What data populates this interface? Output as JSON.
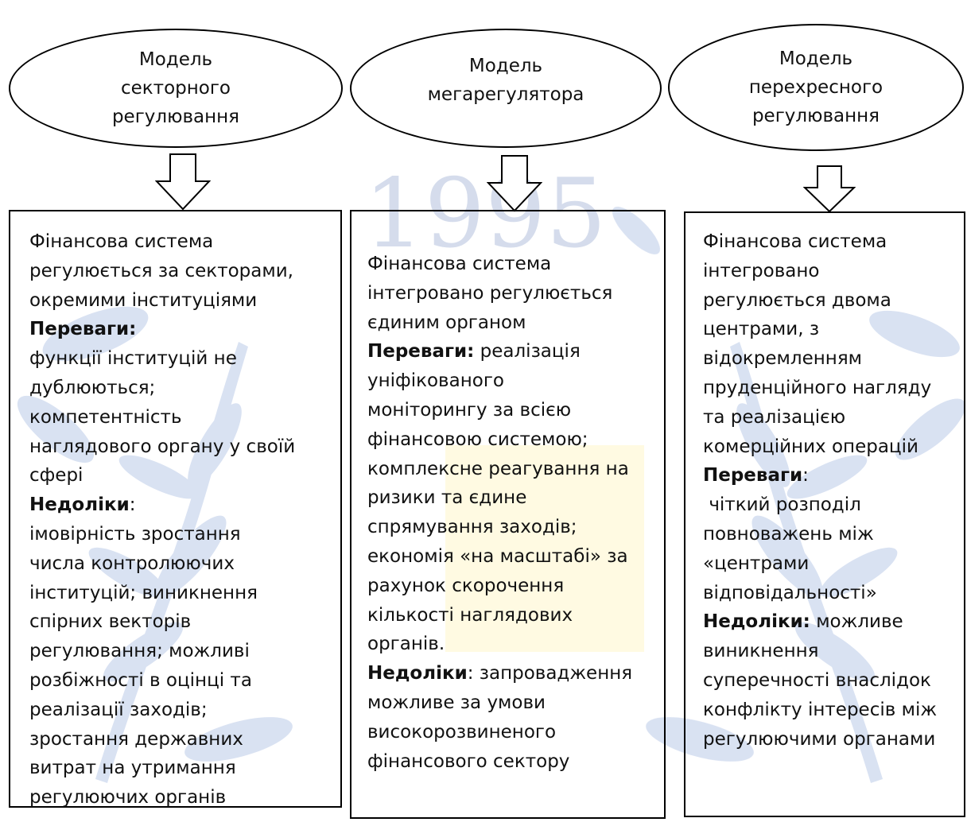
{
  "watermark": {
    "year": "1995",
    "leaf_color": "#c9d5ec",
    "year_color": "#c7d1e6",
    "accent_color": "#fff6c4"
  },
  "models": [
    {
      "id": "sectoral",
      "title_lines": [
        "Модель",
        "секторного",
        "регулювання"
      ],
      "body_lines": [
        [
          {
            "t": "Фінансова система"
          }
        ],
        [
          {
            "t": "регулюється за секторами,"
          }
        ],
        [
          {
            "t": "окремими інституціями"
          }
        ],
        [
          {
            "t": "Переваги:",
            "b": true
          }
        ],
        [
          {
            "t": "функції інституцій не"
          }
        ],
        [
          {
            "t": "дублюються;"
          }
        ],
        [
          {
            "t": "компетентність"
          }
        ],
        [
          {
            "t": "наглядового органу у своїй"
          }
        ],
        [
          {
            "t": "сфері"
          }
        ],
        [
          {
            "t": "Недоліки",
            "b": true
          },
          {
            "t": ":"
          }
        ],
        [
          {
            "t": "імовірність зростання"
          }
        ],
        [
          {
            "t": "числа контролюючих"
          }
        ],
        [
          {
            "t": "інституцій; виникнення"
          }
        ],
        [
          {
            "t": "спірних векторів"
          }
        ],
        [
          {
            "t": "регулювання; можливі"
          }
        ],
        [
          {
            "t": "розбіжності в оцінці та"
          }
        ],
        [
          {
            "t": "реалізації заходів;"
          }
        ],
        [
          {
            "t": "зростання державних"
          }
        ],
        [
          {
            "t": "витрат на утримання"
          }
        ],
        [
          {
            "t": "регулюючих органів"
          }
        ]
      ]
    },
    {
      "id": "megaregulator",
      "title_lines": [
        "Модель",
        "мегарегулятора"
      ],
      "body_lines": [
        [
          {
            "t": "Фінансова система"
          }
        ],
        [
          {
            "t": "інтегровано регулюється"
          }
        ],
        [
          {
            "t": "єдиним органом"
          }
        ],
        [
          {
            "t": "Переваги:",
            "b": true
          },
          {
            "t": " реалізація"
          }
        ],
        [
          {
            "t": "уніфікованого"
          }
        ],
        [
          {
            "t": "моніторингу за всією"
          }
        ],
        [
          {
            "t": "фінансовою системою;"
          }
        ],
        [
          {
            "t": "комплексне реагування на"
          }
        ],
        [
          {
            "t": "ризики та єдине"
          }
        ],
        [
          {
            "t": "спрямування заходів;"
          }
        ],
        [
          {
            "t": "економія «на масштабі» за"
          }
        ],
        [
          {
            "t": "рахунок скорочення"
          }
        ],
        [
          {
            "t": "кількості наглядових"
          }
        ],
        [
          {
            "t": "органів."
          }
        ],
        [
          {
            "t": "Недоліки",
            "b": true
          },
          {
            "t": ": запровадження"
          }
        ],
        [
          {
            "t": "можливе за умови"
          }
        ],
        [
          {
            "t": "високорозвиненого"
          }
        ],
        [
          {
            "t": "фінансового сектору"
          }
        ]
      ]
    },
    {
      "id": "cross",
      "title_lines": [
        "Модель",
        "перехресного",
        "регулювання"
      ],
      "body_lines": [
        [
          {
            "t": "Фінансова система"
          }
        ],
        [
          {
            "t": "інтегровано"
          }
        ],
        [
          {
            "t": "регулюється двома"
          }
        ],
        [
          {
            "t": "центрами, з"
          }
        ],
        [
          {
            "t": "відокремленням"
          }
        ],
        [
          {
            "t": "пруденційного нагляду"
          }
        ],
        [
          {
            "t": "та реалізацією"
          }
        ],
        [
          {
            "t": "комерційних операцій"
          }
        ],
        [
          {
            "t": "Переваги",
            "b": true
          },
          {
            "t": ":"
          }
        ],
        [
          {
            "t": " чіткий розподіл"
          }
        ],
        [
          {
            "t": "повноважень між"
          }
        ],
        [
          {
            "t": "«центрами"
          }
        ],
        [
          {
            "t": "відповідальності»"
          }
        ],
        [
          {
            "t": "Недоліки:",
            "b": true
          },
          {
            "t": " можливе"
          }
        ],
        [
          {
            "t": "виникнення"
          }
        ],
        [
          {
            "t": "суперечності внаслідок"
          }
        ],
        [
          {
            "t": "конфлікту інтересів між"
          }
        ],
        [
          {
            "t": "регулюючими органами"
          }
        ]
      ]
    }
  ]
}
